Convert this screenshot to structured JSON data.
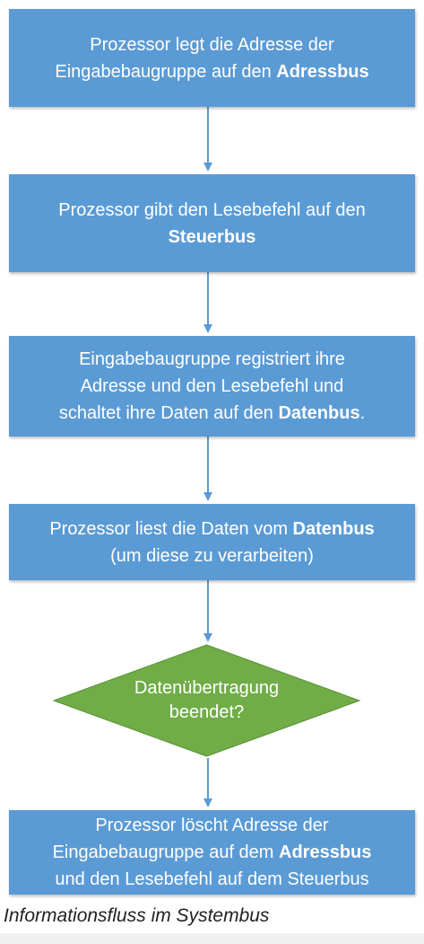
{
  "colors": {
    "process_fill": "#5b9bd5",
    "decision_fill": "#70ad47",
    "arrow": "#5b9bd5",
    "caption_text": "#222222"
  },
  "steps": [
    {
      "line1_pre": "Prozessor legt die Adresse der",
      "line2_pre": "Eingabebaugruppe auf den ",
      "line2_bold": "Adressbus"
    },
    {
      "line1_pre": "Prozessor gibt den Lesebefehl auf den",
      "line2_bold": "Steuerbus"
    },
    {
      "line1_pre": "Eingabebaugruppe registriert ihre",
      "line2_pre": "Adresse und den Lesebefehl und",
      "line3_pre": "schaltet ihre Daten auf den ",
      "line3_bold": "Datenbus",
      "line3_post": "."
    },
    {
      "line1_pre": "Prozessor liest die Daten vom ",
      "line1_bold": "Datenbus",
      "line2_pre": "(um diese zu verarbeiten)"
    }
  ],
  "decision": {
    "line1": "Datenübertragung",
    "line2": "beendet?"
  },
  "final_step": {
    "line1_pre": "Prozessor löscht Adresse der",
    "line2_pre": "Eingabebaugruppe auf dem ",
    "line2_bold": "Adressbus",
    "line3_pre": "und den Lesebefehl auf dem Steuerbus"
  },
  "caption": "Informationsfluss im Systembus"
}
